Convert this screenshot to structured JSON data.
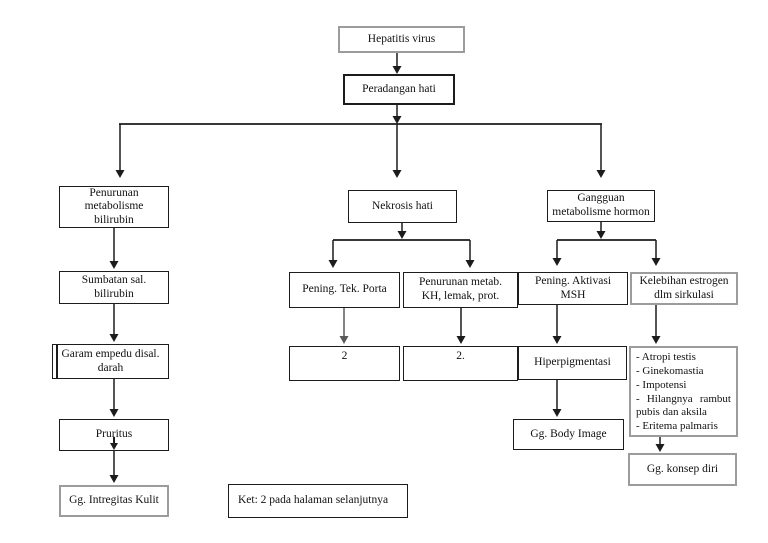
{
  "nodes": {
    "hepatitis_virus": "Hepatitis virus",
    "peradangan_hati": "Peradangan hati",
    "penurunan_metabolisme_bilirubin": "Penurunan\nmetabolisme\nbilirubin",
    "sumbatan_sal_bilirubin": "Sumbatan sal.\nbilirubin",
    "garam_empedu": "Garam empedu disal.\ndarah",
    "pruritus": "Pruritus",
    "gg_intregitas_kulit": "Gg. Intregitas Kulit",
    "nekrosis_hati": "Nekrosis hati",
    "pening_tek_porta": "Pening. Tek. Porta",
    "penurunan_metab_kh": "Penurunan metab.\nKH, lemak, prot.",
    "ref_2a": "2",
    "ref_2b": "2.",
    "gangguan_metabolisme_hormon": "Gangguan\nmetabolisme hormon",
    "pening_aktivasi_msh": "Pening. Aktivasi\nMSH",
    "kelebihan_estrogen": "Kelebihan estrogen\ndlm sirkulasi",
    "hiperpigmentasi": "Hiperpigmentasi",
    "estrogen_effects": {
      "items": [
        "- Atropi testis",
        "- Ginekomastia",
        "- Impotensi",
        "- Hilangnya rambut pubis dan aksila",
        "- Eritema palmaris"
      ]
    },
    "gg_body_image": "Gg. Body Image",
    "gg_konsep_diri": "Gg. konsep diri",
    "keterangan": "Ket: 2 pada halaman selanjutnya"
  },
  "colors": {
    "background": "#ffffff",
    "text": "#111111",
    "box_border": "#1c1c1c",
    "gray_box_border": "#9c9c9c",
    "arrow": "#1c1c1c",
    "gray_arrow": "#5a5a5a"
  }
}
